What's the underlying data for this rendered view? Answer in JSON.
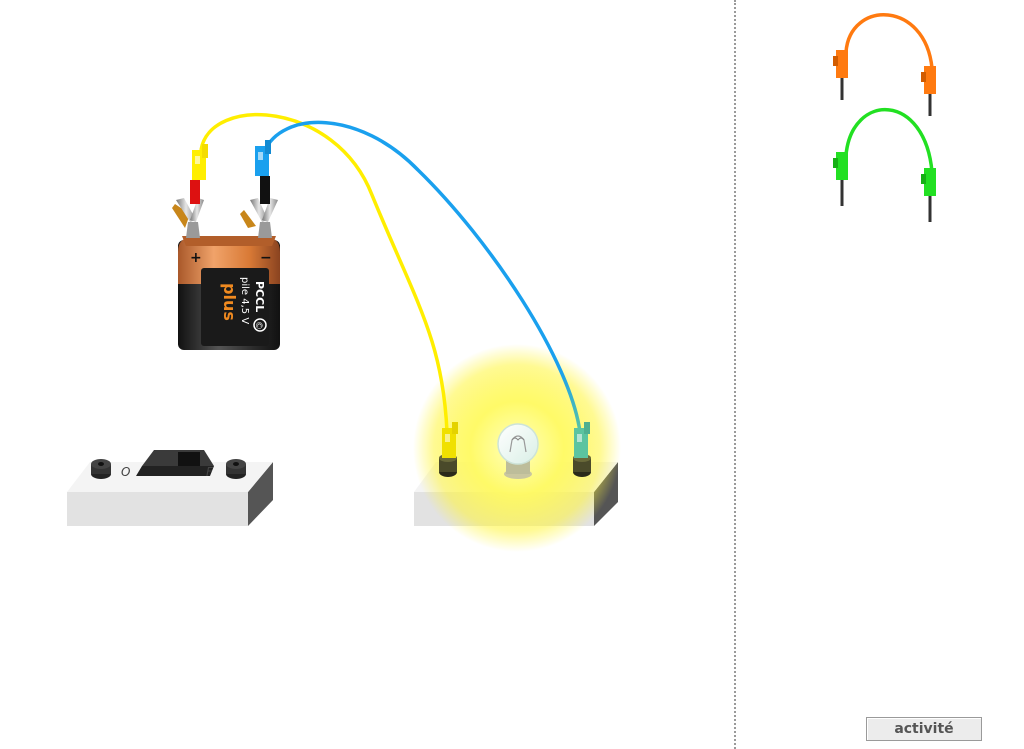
{
  "battery": {
    "brand": "PCCL",
    "copyright": "©",
    "voltage_label": "pile 4,5 V",
    "product": "plus",
    "plus_sign": "+",
    "minus_sign": "−"
  },
  "switch": {
    "off_label": "O",
    "on_label": "F"
  },
  "bulb": {
    "lit": true
  },
  "palette": {
    "wire_yellow": "#ffee00",
    "wire_blue": "#1aa0ee",
    "wire_orange": "#ff7a10",
    "wire_green": "#22e022",
    "battery_copper": "#d97a36",
    "battery_black": "#222222",
    "label_orange": "#f08a20"
  },
  "activity_button": {
    "label": "activité"
  }
}
